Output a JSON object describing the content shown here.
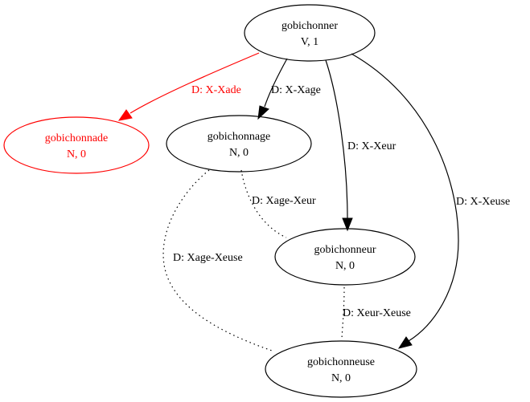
{
  "nodes": {
    "gobichonner": {
      "name": "gobichonner",
      "info": "V, 1",
      "color": "#000000"
    },
    "gobichonnade": {
      "name": "gobichonnade",
      "info": "N, 0",
      "color": "#ff0000"
    },
    "gobichonnage": {
      "name": "gobichonnage",
      "info": "N, 0",
      "color": "#000000"
    },
    "gobichonneur": {
      "name": "gobichonneur",
      "info": "N, 0",
      "color": "#000000"
    },
    "gobichonneuse": {
      "name": "gobichonneuse",
      "info": "N, 0",
      "color": "#000000"
    }
  },
  "edges": {
    "x_xade": {
      "label": "D: X-Xade",
      "style": "solid",
      "color": "#ff0000"
    },
    "x_xage": {
      "label": "D: X-Xage",
      "style": "solid",
      "color": "#000000"
    },
    "x_xeur": {
      "label": "D: X-Xeur",
      "style": "solid",
      "color": "#000000"
    },
    "x_xeuse": {
      "label": "D: X-Xeuse",
      "style": "solid",
      "color": "#000000"
    },
    "xage_xeur": {
      "label": "D: Xage-Xeur",
      "style": "dotted",
      "color": "#000000"
    },
    "xage_xeuse": {
      "label": "D: Xage-Xeuse",
      "style": "dotted",
      "color": "#000000"
    },
    "xeur_xeuse": {
      "label": "D: Xeur-Xeuse",
      "style": "dotted",
      "color": "#000000"
    }
  }
}
